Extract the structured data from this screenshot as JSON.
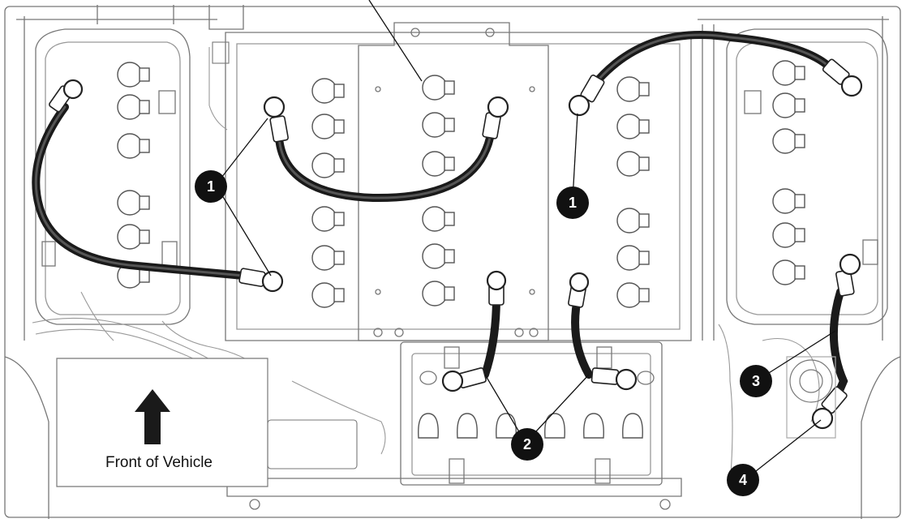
{
  "diagram": {
    "front_label": "Front of Vehicle",
    "callouts": [
      {
        "id": "c1a",
        "number": "1"
      },
      {
        "id": "c1b",
        "number": "1"
      },
      {
        "id": "c2",
        "number": "2"
      },
      {
        "id": "c3",
        "number": "3"
      },
      {
        "id": "c4",
        "number": "4"
      }
    ],
    "colors": {
      "line_art": "#666666",
      "light_line": "#bdbdbd",
      "cable": "#1a1a1a",
      "callout_fill": "#111111",
      "callout_text": "#ffffff",
      "background": "#ffffff"
    }
  }
}
